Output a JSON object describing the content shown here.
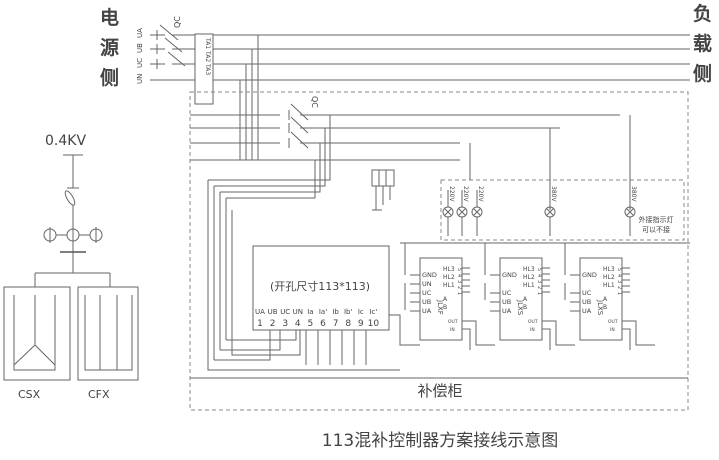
{
  "labels": {
    "source_side": [
      "电",
      "源",
      "侧"
    ],
    "load_side": [
      "负",
      "载",
      "侧"
    ],
    "phases": [
      "UA",
      "UB",
      "UC",
      "UN"
    ],
    "qs": "QC",
    "ct_label": "TA1 TA2 TA3",
    "fuse_label": "QC",
    "voltage": "0.4KV",
    "csx": "CSX",
    "cfx": "CFX",
    "cabinet": "补偿柜",
    "title": "113混补控制器方案接线示意图"
  },
  "controller": {
    "cutout": "(开孔尺寸113*113)",
    "terminals": [
      {
        "name": "UA",
        "num": "1"
      },
      {
        "name": "UB",
        "num": "2"
      },
      {
        "name": "UC",
        "num": "3"
      },
      {
        "name": "UN",
        "num": "4"
      },
      {
        "name": "Ia",
        "num": "5"
      },
      {
        "name": "Ia'",
        "num": "6"
      },
      {
        "name": "Ib",
        "num": "7"
      },
      {
        "name": "Ib'",
        "num": "8"
      },
      {
        "name": "Ic",
        "num": "9"
      },
      {
        "name": "Ic'",
        "num": "10"
      }
    ]
  },
  "lamps": [
    "220V",
    "220V",
    "220V",
    "380V",
    "380V"
  ],
  "lamp_note": [
    "外接指示灯",
    "可以不接"
  ],
  "modules": [
    {
      "name": "JLXF",
      "left": [
        "GND",
        "UN",
        "UC",
        "UB",
        "UA"
      ],
      "right": [
        "HL3",
        "HL2",
        "HL1",
        "A",
        "B"
      ],
      "pins": [
        "5",
        "4",
        "3",
        "2",
        "1"
      ],
      "out": "OUT",
      "in": "IN"
    },
    {
      "name": "JLXS",
      "left": [
        "GND",
        "UC",
        "UB",
        "UA"
      ],
      "right": [
        "HL3",
        "HL2",
        "HL1",
        "A",
        "B"
      ],
      "pins": [
        "5",
        "4",
        "3",
        "2",
        "1"
      ],
      "out": "OUT",
      "in": "IN"
    },
    {
      "name": "JLXS",
      "left": [
        "GND",
        "UC",
        "UB",
        "UA"
      ],
      "right": [
        "HL3",
        "HL2",
        "HL1",
        "A",
        "B"
      ],
      "pins": [
        "5",
        "4",
        "3",
        "2",
        "1"
      ],
      "out": "OUT",
      "in": "IN"
    }
  ]
}
